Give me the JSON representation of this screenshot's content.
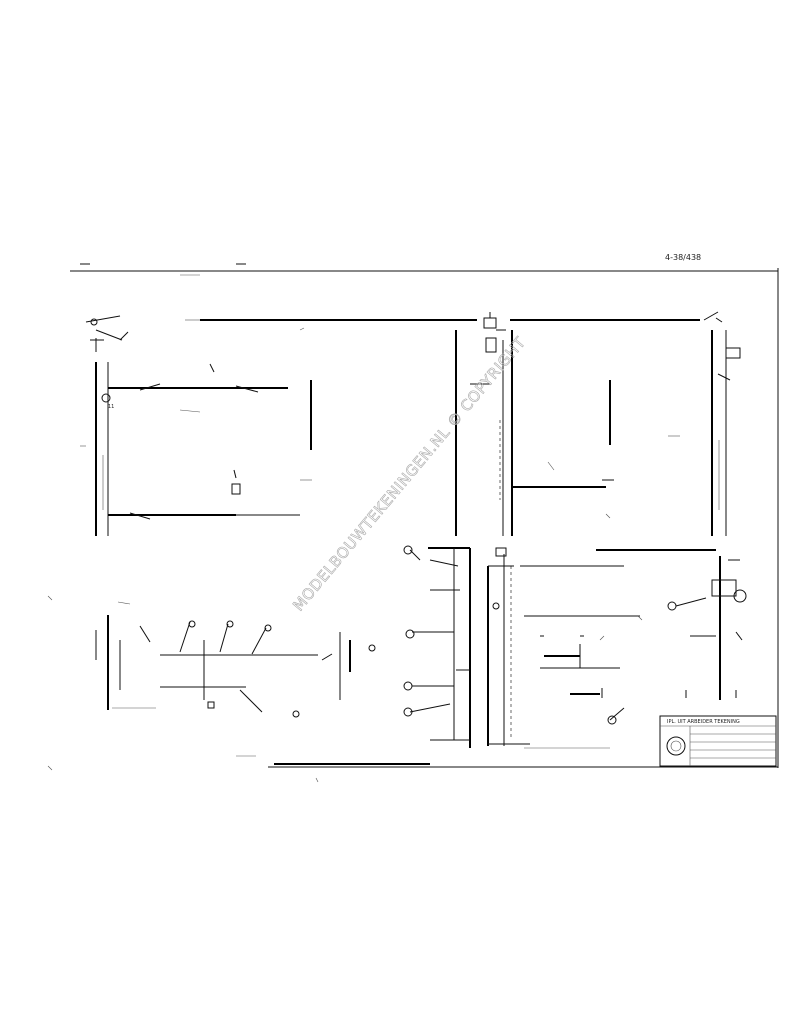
{
  "drawing": {
    "number": "4-38/438",
    "watermark": "MODELBOUWTEKENINGEN.NL © COPYRIGHT"
  },
  "title_block": {
    "line1": "IPL. UIT ARBEIDER TEKENING",
    "line2": "",
    "line3": "",
    "line4": "",
    "line5": ""
  }
}
